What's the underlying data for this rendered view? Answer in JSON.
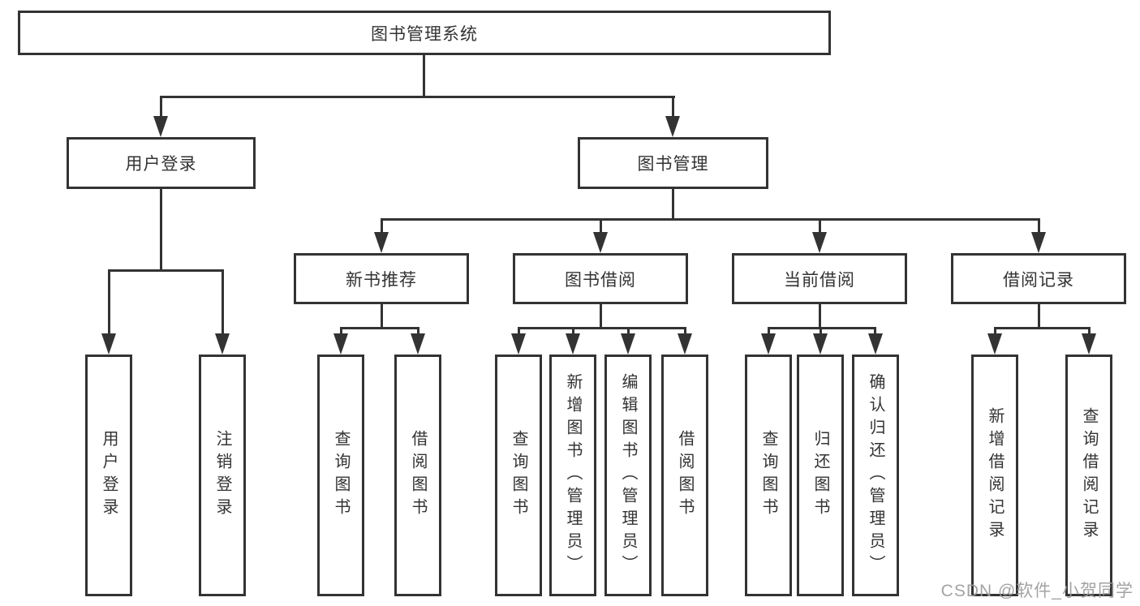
{
  "nodes": {
    "root": "图书管理系统",
    "user_login": "用户登录",
    "book_mgmt": "图书管理",
    "new_books": "新书推荐",
    "book_borrow": "图书借阅",
    "current_borrow": "当前借阅",
    "borrow_records": "借阅记录",
    "ul_login": "用户登录",
    "ul_logout": "注销登录",
    "nb_query": "查询图书",
    "nb_borrow": "借阅图书",
    "bb_query": "查询图书",
    "bb_add": "新增图书（管理员）",
    "bb_edit": "编辑图书（管理员）",
    "bb_borrow": "借阅图书",
    "cb_query": "查询图书",
    "cb_return": "归还图书",
    "cb_confirm": "确认归还（管理员）",
    "br_add": "新增借阅记录",
    "br_query": "查询借阅记录"
  },
  "watermark": "CSDN @软件_小贺同学",
  "colors": {
    "line": "#333333",
    "text": "#333333",
    "background": "#ffffff",
    "watermark": "#9b9b9b"
  }
}
